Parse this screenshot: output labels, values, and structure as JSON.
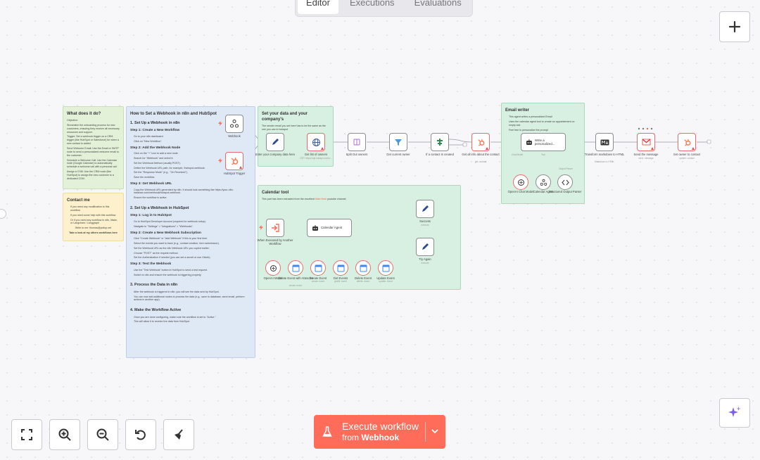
{
  "tabs": [
    {
      "label": "Editor",
      "active": true
    },
    {
      "label": "Executions",
      "active": false
    },
    {
      "label": "Evaluations",
      "active": false
    }
  ],
  "execute": {
    "label": "Execute workflow",
    "from_prefix": "from",
    "from_node": "Webhook"
  },
  "colors": {
    "accent": "#ff6d5a",
    "error": "#e24c4c",
    "hubspot": "#ff7a59"
  },
  "notes": {
    "what": {
      "title": "What does it do?",
      "objective_label": "Objective:",
      "body": "Streamline the onboarding process for new customers, ensuring they receive all necessary resources and support.",
      "trigger": "Trigger: Set a webhook trigger on a CRM trigger (like HubSpot or Salesforce) for when a new contact is added.",
      "p2": "Send Welcome Email: Use the Email or SMTP node to send a personalized welcome email to the customer.",
      "p3": "Schedule a Welcome Call: Use the Calendar node (Google Calendar) to automatically schedule a welcome call with a personal call.",
      "p4": "Assign a CSM: Use the CRM node (like HubSpot) to assign the new customer to a dedicated CSM."
    },
    "contact": {
      "title": "Contact me",
      "b1": "If you need any modification to this workflow",
      "b2": "If you need some help with this workflow",
      "b3": "Or if you need any workflow in n8n, Make, or Langchain / Langgraph",
      "write": "Write to me: thomas@pollup.net",
      "look": "Take a look at my others workflows here"
    },
    "howto": {
      "title": "How to Set a Webhook in n8n and HubSpot",
      "s1": "1. Set Up a Webhook in n8n",
      "s1a": "Step 1: Create a New Workflow",
      "s1a1": "Go to your n8n dashboard",
      "s1a2": "Click on \"New Workflow\".",
      "s1b": "Step 2: Add the Webhook Node",
      "s1b1": "Click on the \"+\" icon to add a new node.",
      "s1b2": "Search for \"Webhook\" and select it.",
      "s1b3": "Set the Webhook Method (usually POST).",
      "s1b4": "Define the Webhook URL path, for example, /hubspot-webhook.",
      "s1b5": "Set the \"Response Mode\" (e.g., \"On Received\").",
      "s1b6": "Save the workflow.",
      "s1c": "Step 3: Get Webhook URL",
      "s1c1": "Copy the Webhook URL generated by n8n. It should look something like https://your-n8n-instance.com/webhook/hubspot-webhook.",
      "s1c2": "Ensure the workflow is active.",
      "s2": "2. Set Up a Webhook in HubSpot",
      "s2a": "Step 1: Log in to HubSpot",
      "s2a1": "Go to HubSpot Developer Account (required for webhook setup).",
      "s2a2": "Navigate to \"Settings\" > \"Integrations\" > \"Webhooks\".",
      "s2b": "Step 2: Create a New Webhook Subscription",
      "s2b1": "Click \"Create Webhook\" or \"Add Webhook\" if this is your first time.",
      "s2b2": "Select the events you want to track (e.g., contact creation, form submission).",
      "s2b3": "Set the Webhook URL as the n8n Webhook URL you copied earlier.",
      "s2b4": "Choose \"POST\" as the request method.",
      "s2b5": "Set the Authentication if needed (you can set a secret or use OAuth).",
      "s2c": "Step 3: Test the Webhook",
      "s2c1": "Use the \"Test Webhook\" button in HubSpot to send a test request.",
      "s2c2": "Switch to n8n and ensure the webhook is triggering properly.",
      "s3": "3. Process the Data in n8n",
      "s31": "After the webhook is triggered in n8n, you will see the data sent by HubSpot.",
      "s32": "You can now add additional nodes to process the data (e.g., save to database, send email, perform actions in another app).",
      "s4": "4. Make the Workflow Active",
      "s41": "Once you are done configuring, make sure the workflow is set to \"Active.\"",
      "s42": "This will allow it to receive live data from HubSpot."
    },
    "setdata": {
      "title": "Set your data and your company's",
      "body": "The sender email you set here has to be the same as the one you use in hubspot"
    },
    "email": {
      "title": "Email writer",
      "b1": "This agent writes a personalized Email",
      "b2": "Uses the calendar agent tool to create an appointement on empty slot",
      "b3": "Feel free to personalize the prompt"
    },
    "calendar": {
      "title": "Calendar tool",
      "body": "This part has been extracted from the excellent",
      "link": "Nate Herk",
      "body2": "youtube channel"
    }
  },
  "nodes": {
    "webhook": "Webhook",
    "hubspot_trigger": "HubSpot Trigger",
    "enter_data": "Enter your company data here",
    "get_owners": "Get list of owners",
    "get_owners_sub": "GET: https://api.hubapi.com/cr...",
    "split_owners": "Split Out owners",
    "get_owner": "Get current owner",
    "if_contact": "If a contact is created",
    "get_contact": "Get all info about the contact",
    "get_contact_sub": "get: contact",
    "write_email": "Write a personalized...",
    "transform": "Transform markdown to HTML",
    "transform_sub": "Markdown to HTML",
    "send_msg": "Send the message",
    "send_msg_sub": "send: message",
    "set_owner": "Set owner to contact",
    "set_owner_sub": "update: contact",
    "openai1": "OpenAI Chat Model",
    "cal_agent_tool": "Calendar Agent",
    "parser": "Structured Output Parser",
    "exec_trigger": "When Executed by Another Workflow",
    "cal_agent": "Calendar Agent",
    "success": "Success",
    "success_sub": "execute",
    "try_again": "Try Again",
    "try_again_sub": "execute",
    "openai2": "OpenAI Model",
    "create_attendee": "Create Event with Attendee",
    "create_attendee_sub": "create: event",
    "create_event": "Create Event",
    "create_event_sub": "create: event",
    "get_events": "Get Events",
    "get_events_sub": "getAll: event",
    "delete_event": "Delete Event",
    "delete_event_sub": "delete: event",
    "update_event": "Update Event",
    "update_event_sub": "update: event",
    "chat_label": "Chat Model",
    "tool_label": "Tool",
    "parser_label": "Output Parser"
  }
}
